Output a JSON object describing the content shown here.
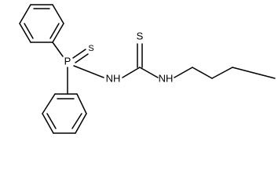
{
  "molecule": {
    "atoms": {
      "phosphorus": "P",
      "thiophosphoryl_sulfur": "S",
      "thiocarbonyl_sulfur": "S",
      "nh_phosphoramide": "NH",
      "nh_butyl": "NH"
    }
  }
}
